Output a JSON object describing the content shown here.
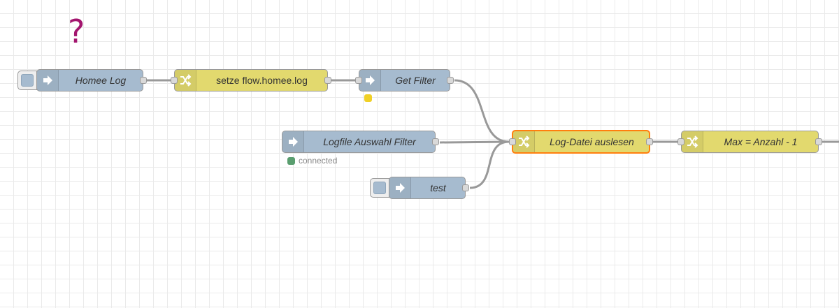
{
  "canvas": {
    "grid_color": "#eaeaea",
    "wire_color": "#999999"
  },
  "annotation": {
    "text": "?",
    "color": "#a3156e"
  },
  "colors": {
    "inject_node": "#a6bbcf",
    "change_node": "#e2d96e",
    "selection": "#ff7f0e"
  },
  "nodes": [
    {
      "id": "homee-log",
      "label": "Homee Log",
      "type": "inject",
      "icon": "arrow-right-icon",
      "has_button": true
    },
    {
      "id": "setze",
      "label": "setze flow.homee.log",
      "type": "change",
      "icon": "shuffle-icon"
    },
    {
      "id": "get-filter",
      "label": "Get Filter",
      "type": "link-in",
      "icon": "arrow-right-icon",
      "status_color": "#f0d026"
    },
    {
      "id": "logfile-filter",
      "label": "Logfile Auswahl Filter",
      "type": "link-in",
      "icon": "arrow-right-icon",
      "status": "connected",
      "status_color": "#5a9e6f"
    },
    {
      "id": "test",
      "label": "test",
      "type": "inject",
      "icon": "arrow-right-icon",
      "has_button": true
    },
    {
      "id": "log-datei",
      "label": "Log-Datei auslesen",
      "type": "change",
      "icon": "shuffle-icon",
      "selected": true
    },
    {
      "id": "max-anzahl",
      "label": "Max = Anzahl - 1",
      "type": "change",
      "icon": "shuffle-icon"
    }
  ]
}
